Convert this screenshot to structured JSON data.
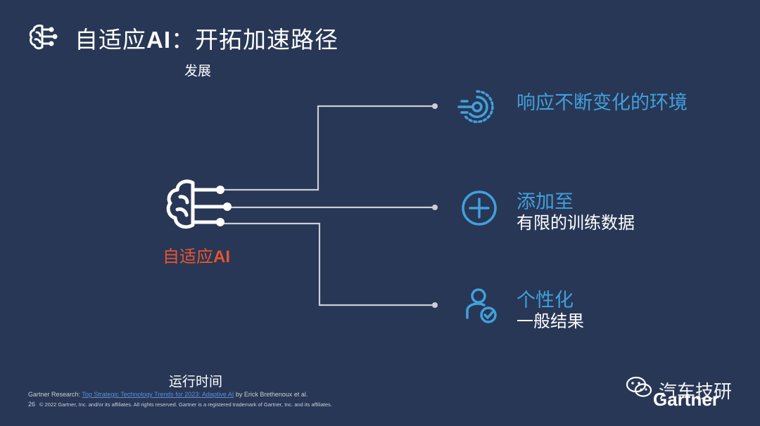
{
  "title": {
    "prefix": "自适应",
    "ai": "AI",
    "suffix": "：开拓加速路径"
  },
  "axis": {
    "top_label": "发展",
    "bottom_label": "运行时间"
  },
  "center": {
    "prefix": "自适应",
    "ai": "AI",
    "icon": "brain-circuit-icon"
  },
  "items": [
    {
      "heading": "响应不断变化的环境",
      "sub": "",
      "icon": "target-scan-icon"
    },
    {
      "heading": "添加至",
      "sub": "有限的训练数据",
      "icon": "plus-circle-icon"
    },
    {
      "heading": "个性化",
      "sub": "一般结果",
      "icon": "user-check-icon"
    }
  ],
  "footer": {
    "source_prefix": "Gartner Research: ",
    "source_link": "Top Strategic Technology Trends for 2023: Adaptive AI",
    "source_suffix": " by Erick Brethenoux et al.",
    "page": "26",
    "copyright": "© 2022 Gartner, Inc. and/or its affiliates. All rights reserved. Gartner is a registered trademark of Gartner, Inc. and its affiliates."
  },
  "brand": "Gartner",
  "watermark": "汽车技研",
  "colors": {
    "background": "#283755",
    "accent_blue": "#41a0dc",
    "accent_orange": "#e8552e"
  }
}
